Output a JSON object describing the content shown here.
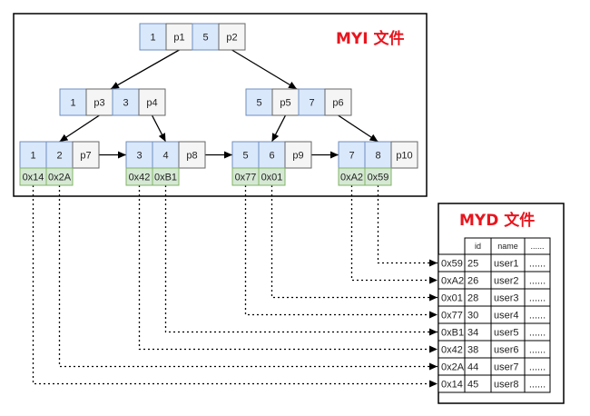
{
  "myi_title": "MYI 文件",
  "myd_title": "MYD 文件",
  "colors": {
    "key_fill": "#dae8fc",
    "key_stroke": "#6c8ebf",
    "ptr_fill": "#f5f5f5",
    "ptr_stroke": "#666666",
    "addr_fill": "#d5e8d4",
    "addr_stroke": "#82b366",
    "title": "#e8151e"
  },
  "root_node": [
    "1",
    "p1",
    "5",
    "p2"
  ],
  "internal_nodes": [
    [
      "1",
      "p3",
      "3",
      "p4"
    ],
    [
      "5",
      "p5",
      "7",
      "p6"
    ]
  ],
  "leaf_nodes": [
    {
      "keys": [
        "1",
        "2"
      ],
      "next": "p7",
      "addrs": [
        "0x14",
        "0x2A"
      ]
    },
    {
      "keys": [
        "3",
        "4"
      ],
      "next": "p8",
      "addrs": [
        "0x42",
        "0xB1"
      ]
    },
    {
      "keys": [
        "5",
        "6"
      ],
      "next": "p9",
      "addrs": [
        "0x77",
        "0x01"
      ]
    },
    {
      "keys": [
        "7",
        "8"
      ],
      "next": "p10",
      "addrs": [
        "0xA2",
        "0x59"
      ]
    }
  ],
  "myd_table": {
    "headers": [
      "id",
      "name",
      "......"
    ],
    "rows": [
      {
        "addr": "0x59",
        "id": "25",
        "name": "user1",
        "more": "......"
      },
      {
        "addr": "0xA2",
        "id": "26",
        "name": "user2",
        "more": "......"
      },
      {
        "addr": "0x01",
        "id": "28",
        "name": "user3",
        "more": "......"
      },
      {
        "addr": "0x77",
        "id": "30",
        "name": "user4",
        "more": "......"
      },
      {
        "addr": "0xB1",
        "id": "34",
        "name": "user5",
        "more": "......"
      },
      {
        "addr": "0x42",
        "id": "38",
        "name": "user6",
        "more": "......"
      },
      {
        "addr": "0x2A",
        "id": "44",
        "name": "user7",
        "more": "......"
      },
      {
        "addr": "0x14",
        "id": "45",
        "name": "user8",
        "more": "......"
      }
    ]
  }
}
